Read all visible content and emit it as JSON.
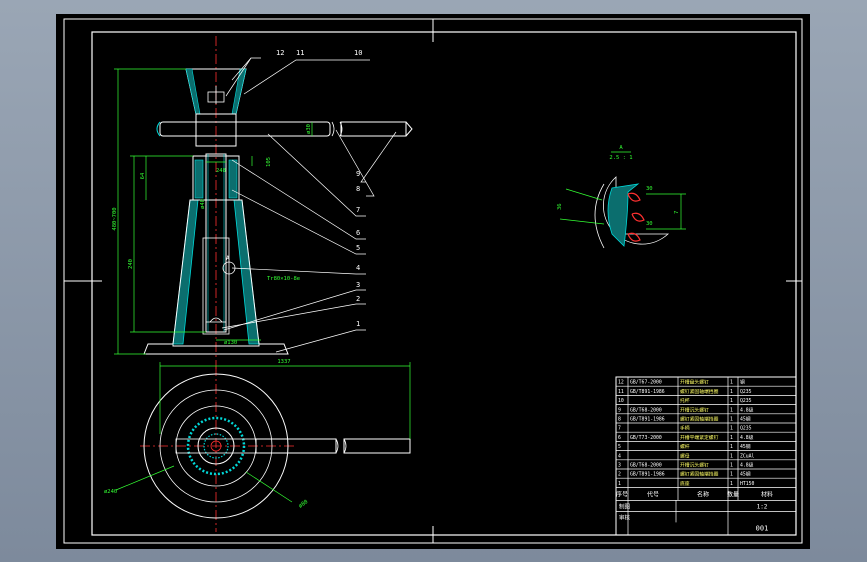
{
  "drawing": {
    "colors": {
      "background": "#000000",
      "frame": "#ffffff",
      "dimension": "#33ff33",
      "section": "#00d8d8",
      "centerline": "#ff3030",
      "leader": "#ffffff"
    },
    "balloons": [
      "12",
      "11",
      "10",
      "9",
      "8",
      "7",
      "6",
      "5",
      "4",
      "3",
      "2",
      "1"
    ],
    "dimensions": {
      "overall_height": "480~700",
      "travel": "240",
      "upper": "64",
      "handle_len": "1337",
      "base_dia": "ø240",
      "bolt_circle": "ø80",
      "base_bore": "ø130",
      "bar_dia": "ø30",
      "screw_small": "ø48",
      "thread": "Tr80×10-8e",
      "minor1": "105",
      "minor2": "248"
    },
    "section_view": {
      "label_letter": "A",
      "label_scale": "2.5 : 1",
      "dim_a": "36",
      "dim_b": "7",
      "dim_c": "30",
      "dim_d": "30"
    },
    "view_marker": "A"
  },
  "title_block": {
    "parts": [
      {
        "no": "12",
        "code": "GB/T67-2000",
        "name": "开槽盘头螺钉",
        "qty": "1",
        "mat": "钢"
      },
      {
        "no": "11",
        "code": "GB/T891-1986",
        "name": "螺钉紧固轴端挡圈",
        "qty": "1",
        "mat": "Q235"
      },
      {
        "no": "10",
        "code": "",
        "name": "托杯",
        "qty": "1",
        "mat": "Q235"
      },
      {
        "no": "9",
        "code": "GB/T68-2000",
        "name": "开槽沉头螺钉",
        "qty": "1",
        "mat": "4.8级"
      },
      {
        "no": "8",
        "code": "GB/T891-1986",
        "name": "螺钉紧固轴端挡圈",
        "qty": "1",
        "mat": "45钢"
      },
      {
        "no": "7",
        "code": "",
        "name": "手柄",
        "qty": "1",
        "mat": "Q235"
      },
      {
        "no": "6",
        "code": "GB/T73-2000",
        "name": "开槽平端紧定螺钉",
        "qty": "1",
        "mat": "4.8级"
      },
      {
        "no": "5",
        "code": "",
        "name": "螺杆",
        "qty": "1",
        "mat": "45钢"
      },
      {
        "no": "4",
        "code": "",
        "name": "螺母",
        "qty": "1",
        "mat": "ZCuAl"
      },
      {
        "no": "3",
        "code": "GB/T68-2000",
        "name": "开槽沉头螺钉",
        "qty": "1",
        "mat": "4.8级"
      },
      {
        "no": "2",
        "code": "GB/T891-1986",
        "name": "螺钉紧固轴端挡圈",
        "qty": "1",
        "mat": "45钢"
      },
      {
        "no": "1",
        "code": "",
        "name": "底座",
        "qty": "1",
        "mat": "HT150"
      }
    ],
    "header": {
      "no": "序号",
      "code": "代号",
      "name": "名称",
      "qty": "数量",
      "mat": "材料"
    },
    "row_label_1": "制图",
    "row_label_2": "审核",
    "scale": "1:2",
    "drawing_no": "001"
  }
}
